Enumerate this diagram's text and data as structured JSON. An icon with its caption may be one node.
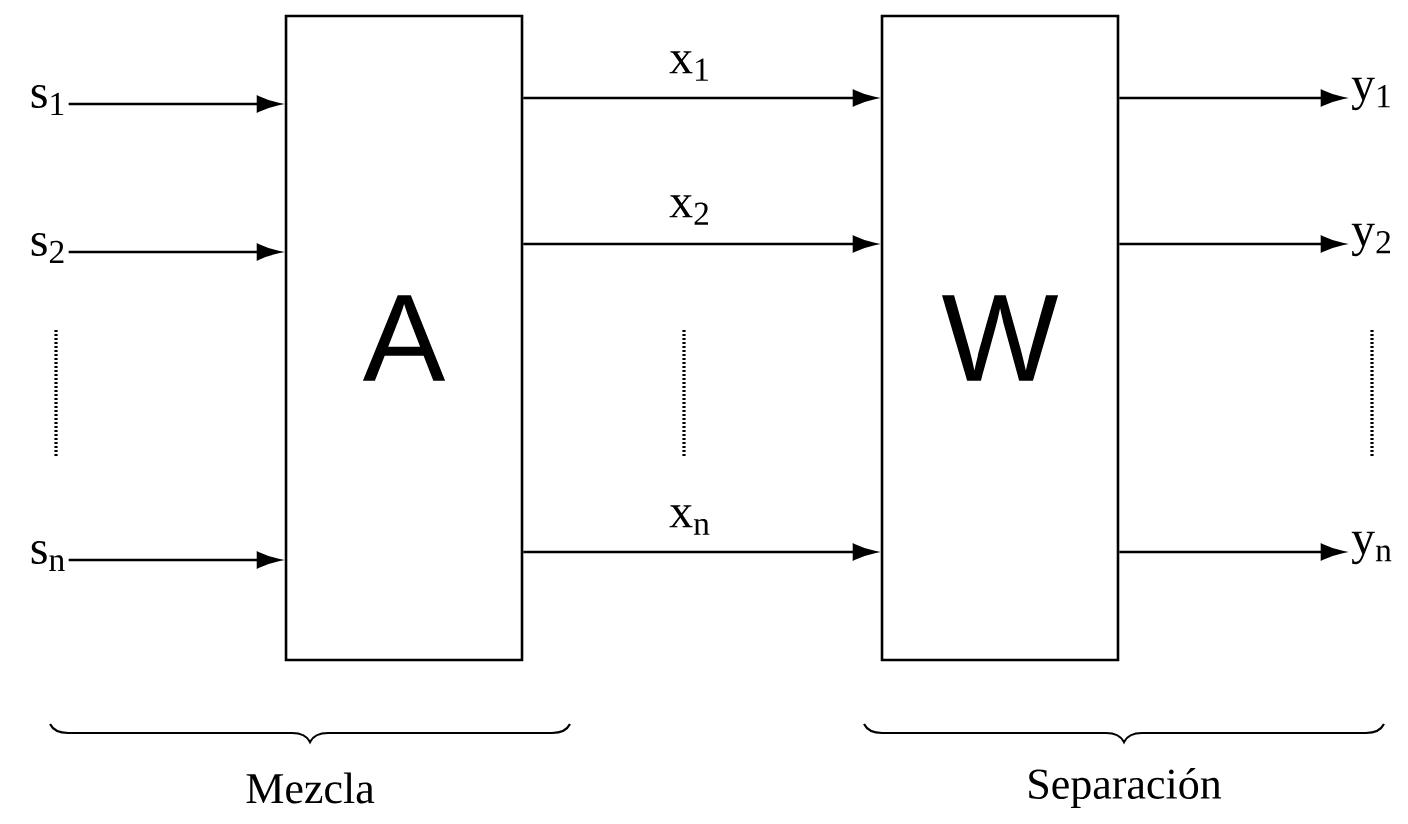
{
  "diagram": {
    "nodes": [
      {
        "text": [
          "s$_{1}$"
        ]
      },
      {
        "text": [
          "s$_{2}$"
        ]
      },
      {
        "text": [
          "s$_{n}$"
        ]
      },
      {
        "text": [
          "A"
        ]
      },
      {
        "text": [
          "W"
        ]
      },
      {
        "text": [
          "y$_{1}$"
        ]
      },
      {
        "text": [
          "y$_{2}$"
        ]
      },
      {
        "text": [
          "y$_{n}$"
        ]
      }
    ],
    "edges": [
      {
        "from": 0,
        "to": 3,
        "arrow": "to"
      },
      {
        "from": 1,
        "to": 3,
        "arrow": "to"
      },
      {
        "from": 2,
        "to": 3,
        "arrow": "to"
      },
      {
        "from": 3,
        "to": 4,
        "arrow": "to",
        "label": "x$_{1}$"
      },
      {
        "from": 3,
        "to": 4,
        "arrow": "to",
        "label": "x$_{2}$"
      },
      {
        "from": 3,
        "to": 4,
        "arrow": "to",
        "label": "x$_{n}$"
      },
      {
        "from": 4,
        "to": 5,
        "arrow": "to"
      },
      {
        "from": 4,
        "to": 6,
        "arrow": "to"
      },
      {
        "from": 4,
        "to": 7,
        "arrow": "to"
      }
    ],
    "labels": [
      "Mezcla",
      "Separación"
    ]
  }
}
